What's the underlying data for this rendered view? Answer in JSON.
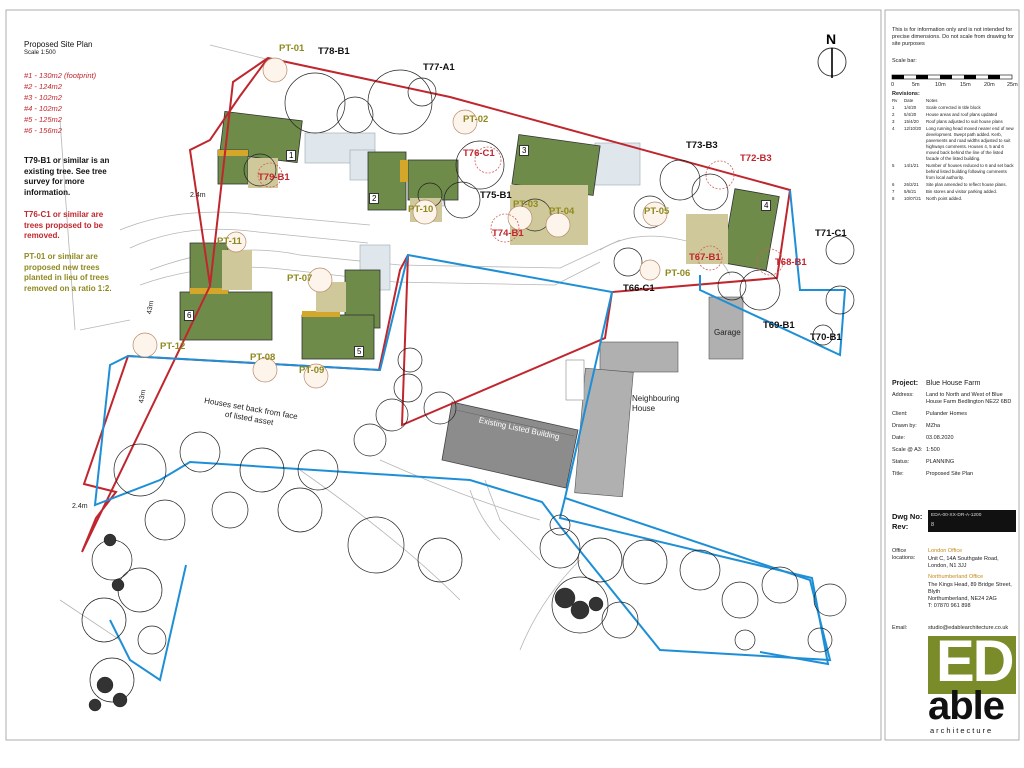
{
  "plan": {
    "title": "Proposed Site Plan",
    "scale": "Scale 1:500",
    "units": [
      "#1 - 130m2 (footprint)",
      "#2 - 124m2",
      "#3 - 102m2",
      "#4 - 102m2",
      "#5 - 125m2",
      "#6 - 156m2"
    ],
    "notes": {
      "existing": "T79-B1 or similar is an existing tree. See tree survey for more information.",
      "removed": "T76-C1 or similar are trees proposed to be removed.",
      "planted": "PT-01 or similar are proposed new trees planted in lieu of trees removed on a ratio 1:2."
    },
    "north": "N",
    "dims": {
      "d1": "2.4m",
      "d2": "43m",
      "d3": "43m",
      "d4": "2.4m"
    },
    "house_numbers": [
      "1",
      "2",
      "3",
      "4",
      "5",
      "6"
    ],
    "setback_note": "Houses set back from face of listed asset",
    "listed_building": "Existing Listed Building",
    "neighbouring_house": "Neighbouring House",
    "garage": "Garage",
    "tree_labels": {
      "existing": [
        "T78-B1",
        "T77-A1",
        "T73-B3",
        "T75-B1",
        "T71-C1",
        "T69-B1",
        "T70-B1",
        "T66-C1"
      ],
      "removed": [
        "T72-B3",
        "T79-B1",
        "T76-C1",
        "T74-B1",
        "T67-B1",
        "T68-B1"
      ],
      "planted": [
        "PT-01",
        "PT-02",
        "PT-03",
        "PT-04",
        "PT-05",
        "PT-06",
        "PT-07",
        "PT-08",
        "PT-09",
        "PT-10",
        "PT-11",
        "PT-12"
      ]
    }
  },
  "title_block": {
    "disclaimer": "This is for information only and is not intended for precise dimensions. Do not scale from drawing for site purposes",
    "scale_bar_label": "Scale bar:",
    "scale_ticks": [
      "0",
      "5m",
      "10m",
      "15m",
      "20m",
      "25m"
    ],
    "revisions_label": "Revisions:",
    "revision_headers": [
      "Rv",
      "Date",
      "Notes"
    ],
    "revisions": [
      {
        "rv": "1",
        "date": "1/4/20",
        "note": "Scale corrected in title block"
      },
      {
        "rv": "2",
        "date": "5/4/20",
        "note": "House areas and roof plans updated"
      },
      {
        "rv": "3",
        "date": "15/4/20",
        "note": "Roof plans adjusted to suit house plans"
      },
      {
        "rv": "4",
        "date": "12/10/20",
        "note": "Long running head moved nearer end of new development. Swept path added. Kerb, pavements and road widths adjusted to suit highways comments. Houses 4, 5 and 6 moved back behind the line of the listed facade of the listed building."
      },
      {
        "rv": "5",
        "date": "14/1/21",
        "note": "Number of houses reduced to 6 and set back behind listed building following comments from local authority."
      },
      {
        "rv": "6",
        "date": "26/2/21",
        "note": "Site plan amended to reflect house plans."
      },
      {
        "rv": "7",
        "date": "5/6/21",
        "note": "Bin stores and visitor parking added."
      },
      {
        "rv": "8",
        "date": "10/07/21",
        "note": "North point added."
      }
    ],
    "fields": [
      {
        "label": "Project:",
        "value": "Blue House Farm"
      },
      {
        "label": "Address:",
        "value": "Land to North and West of Blue House Farm Bedlington NE22 6BD"
      },
      {
        "label": "Client:",
        "value": "Pulander Homes"
      },
      {
        "label": "Drawn by:",
        "value": "MZha"
      },
      {
        "label": "Date:",
        "value": "03.08.2020"
      },
      {
        "label": "Scale @ A3:",
        "value": "1:500"
      },
      {
        "label": "Status:",
        "value": "PLANNING"
      },
      {
        "label": "Title:",
        "value": "Proposed Site Plan"
      }
    ],
    "dwg_no_label": "Dwg No:",
    "rev_label": "Rev:",
    "dwg_no": "EDA-00-XX-DR-A-1200",
    "rev": "8",
    "offices_label": "Office locations:",
    "london_title": "London Office",
    "london_addr": [
      "Unit C, 14A Southgate Road,",
      "London, N1 3JJ"
    ],
    "north_title": "Northumberland Office",
    "north_addr": [
      "The Kings Head, 89 Bridge Street,",
      "Blyth",
      "Northumberland, NE24 2AG",
      "T: 07870 961 898"
    ],
    "email_label": "Email:",
    "email": "studio@edablearchitecture.co.uk",
    "logo_ed": "ED",
    "logo_able": "able",
    "logo_arch": "architecture"
  },
  "colors": {
    "red_boundary": "#c0262d",
    "blue_boundary": "#1e8fd6",
    "house_roof": "#6f8b4a",
    "planted_label": "#8f8a1e",
    "removed_label": "#c0262d",
    "listed_building": "#8c8c8c",
    "logo_green": "#7a8c2a"
  }
}
